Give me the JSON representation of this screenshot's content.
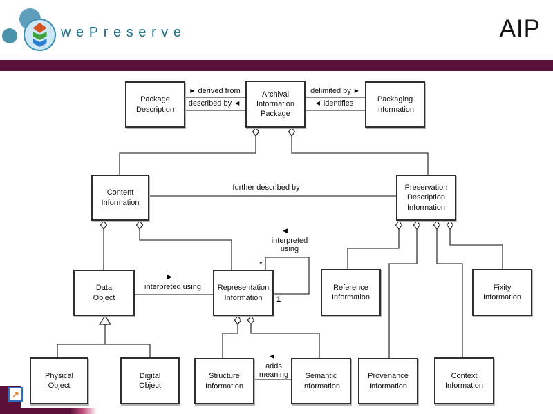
{
  "header": {
    "brand": "wePreserve",
    "title": "AIP",
    "accent_color": "#5a1038",
    "brand_color": "#1e7086"
  },
  "icons": {
    "right": "▶",
    "left": "◀",
    "corner_arrow": "↗"
  },
  "diagram": {
    "boxes": [
      {
        "id": "package-description",
        "label": "Package\nDescription"
      },
      {
        "id": "archival-information-package",
        "label": "Archival\nInformation\nPackage"
      },
      {
        "id": "packaging-information",
        "label": "Packaging\nInformation"
      },
      {
        "id": "content-information",
        "label": "Content\nInformation"
      },
      {
        "id": "preservation-description-information",
        "label": "Preservation\nDescription\nInformation"
      },
      {
        "id": "data-object",
        "label": "Data\nObject"
      },
      {
        "id": "representation-information",
        "label": "Representation\nInformation"
      },
      {
        "id": "reference-information",
        "label": "Reference\nInformation"
      },
      {
        "id": "fixity-information",
        "label": "Fixity\nInformation"
      },
      {
        "id": "physical-object",
        "label": "Physical\nObject"
      },
      {
        "id": "digital-object",
        "label": "Digital\nObject"
      },
      {
        "id": "structure-information",
        "label": "Structure\nInformation"
      },
      {
        "id": "semantic-information",
        "label": "Semantic\nInformation"
      },
      {
        "id": "provenance-information",
        "label": "Provenance\nInformation"
      },
      {
        "id": "context-information",
        "label": "Context\nInformation"
      }
    ],
    "labels": {
      "derived_from": "derived from",
      "described_by": "described by",
      "delimited_by": "delimited by",
      "identifies": "identifies",
      "further_described_by": "further described by",
      "interpreted_using": "interpreted using",
      "interpreted_using_multiline": "interpreted\nusing",
      "adds_meaning": "adds\nmeaning",
      "multiplicity_many": "*",
      "multiplicity_one": "1"
    }
  }
}
